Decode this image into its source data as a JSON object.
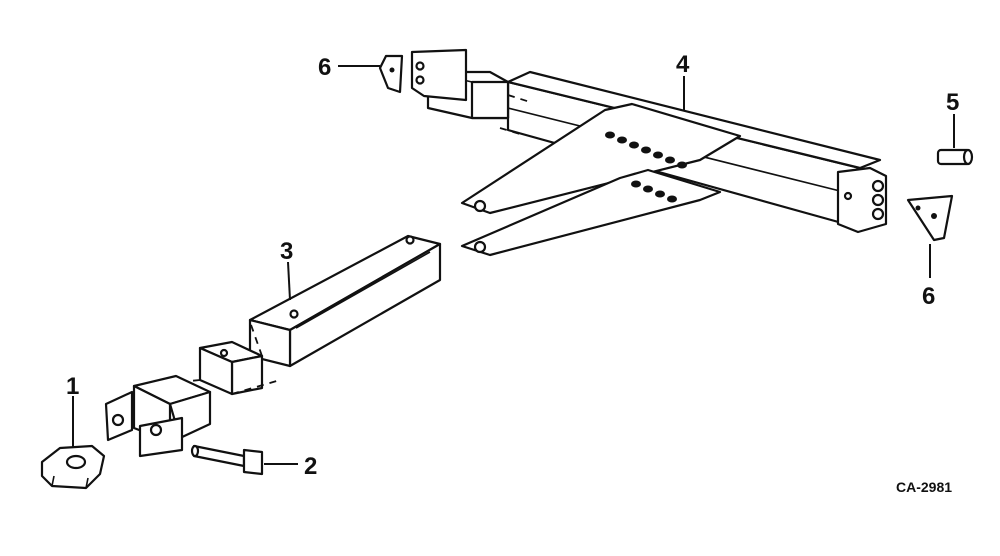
{
  "callouts": {
    "c1": "1",
    "c2": "2",
    "c3": "3",
    "c4": "4",
    "c5": "5",
    "c6_top": "6",
    "c6_right": "6"
  },
  "drawing_code": "CA-2981"
}
